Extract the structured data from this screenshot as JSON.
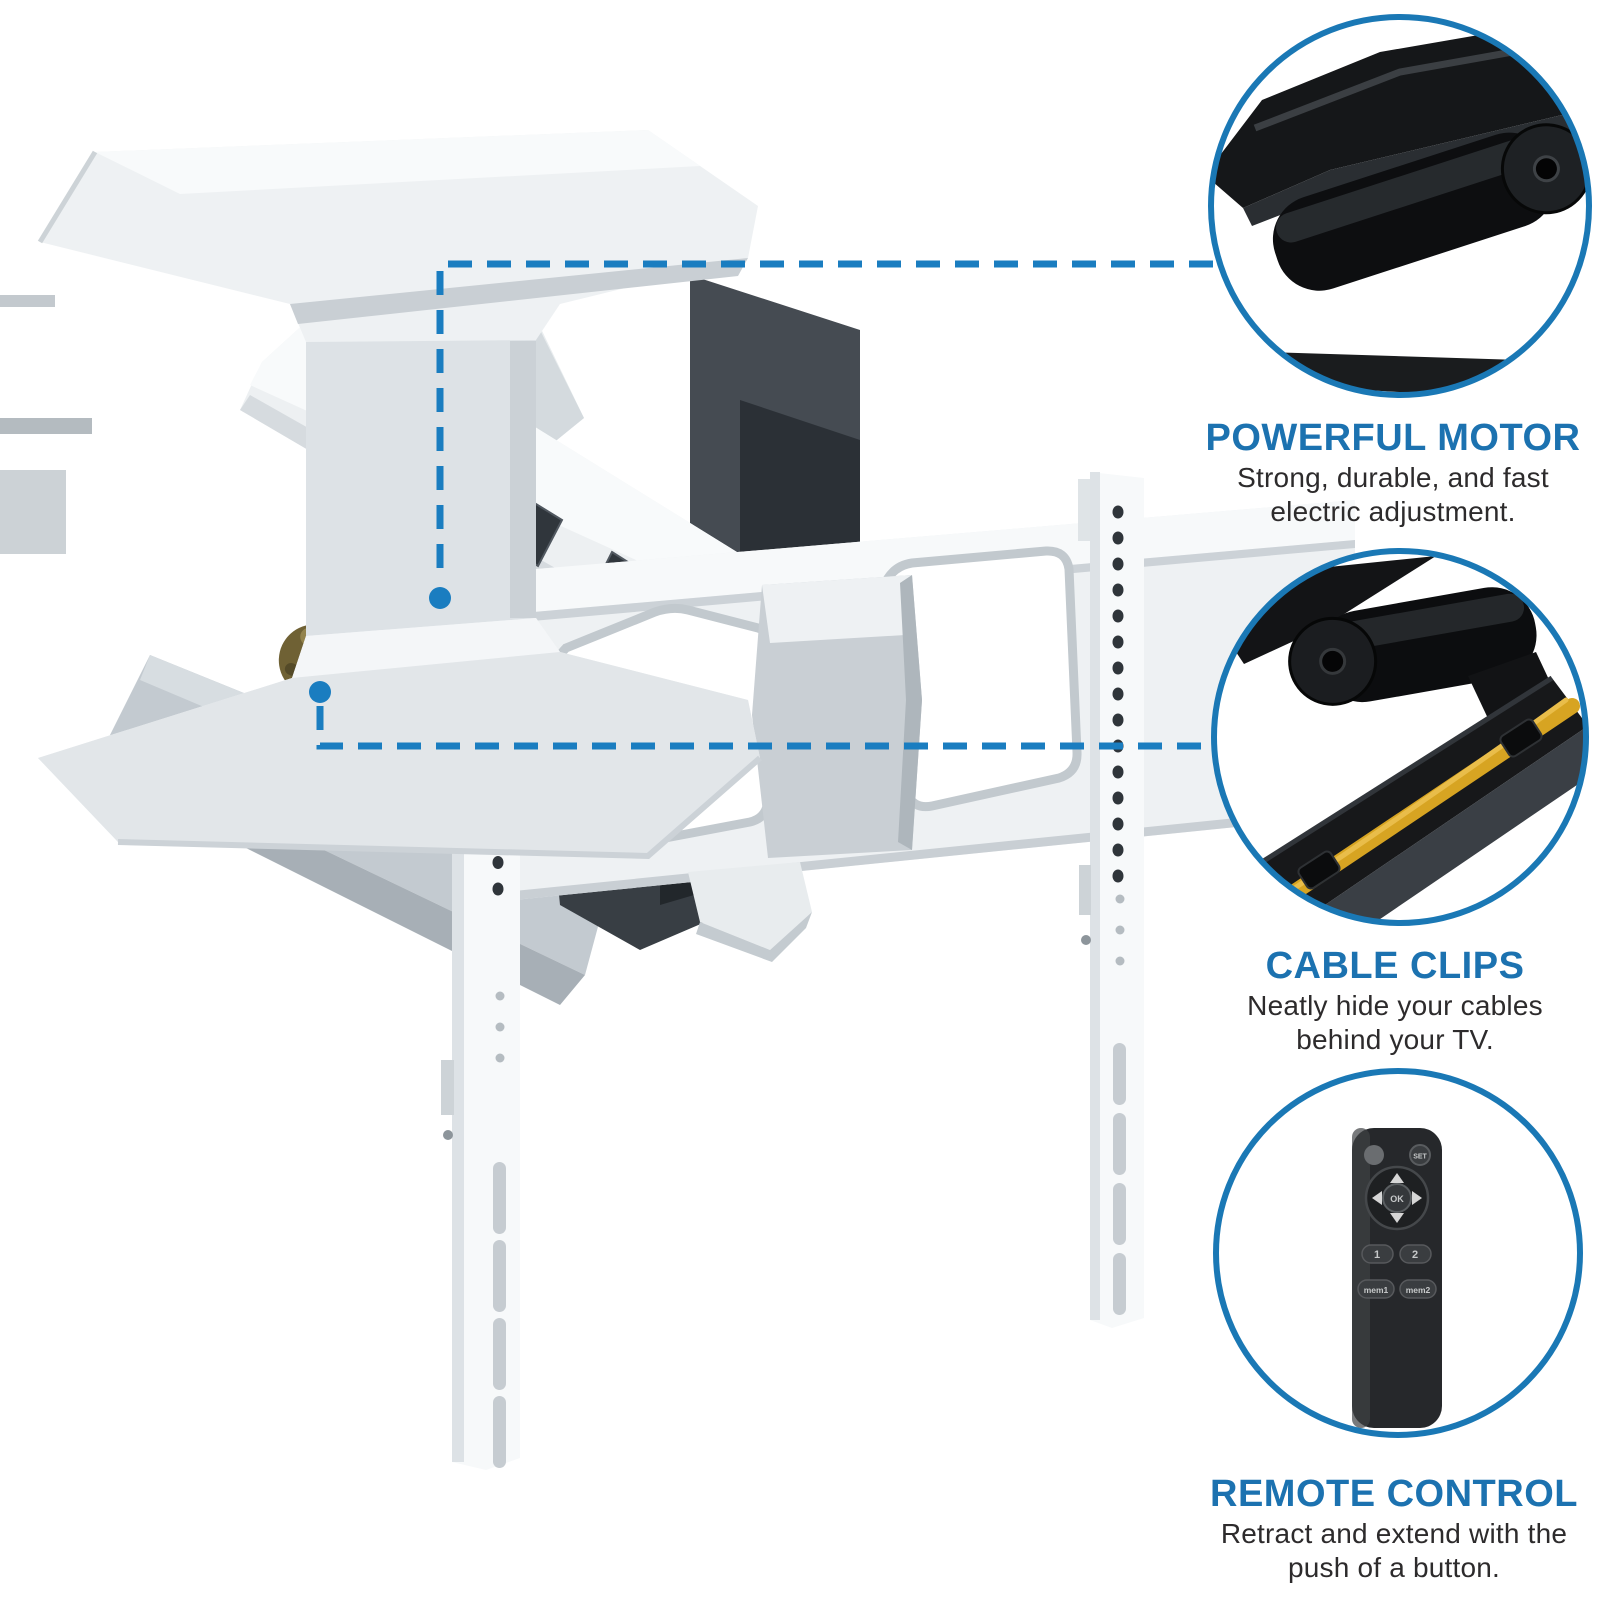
{
  "callouts": [
    {
      "id": "powerful-motor",
      "title": "POWERFUL MOTOR",
      "desc_line1": "Strong, durable, and fast",
      "desc_line2": "electric adjustment."
    },
    {
      "id": "cable-clips",
      "title": "CABLE CLIPS",
      "desc_line1": "Neatly hide your cables",
      "desc_line2": "behind your TV."
    },
    {
      "id": "remote-control",
      "title": "REMOTE CONTROL",
      "desc_line1": "Retract and extend with the",
      "desc_line2": "push of a button."
    }
  ],
  "remote": {
    "set_label": "SET",
    "ok_label": "OK",
    "btn1_label": "1",
    "btn2_label": "2",
    "mem1_label": "mem1",
    "mem2_label": "mem2"
  },
  "colors": {
    "accent_blue": "#1c72b0",
    "circle_stroke": "#1a78b5",
    "dashed_line": "#1a7dc0",
    "text_dark": "#2d2b2c",
    "cable_yellow": "#d7a422"
  }
}
